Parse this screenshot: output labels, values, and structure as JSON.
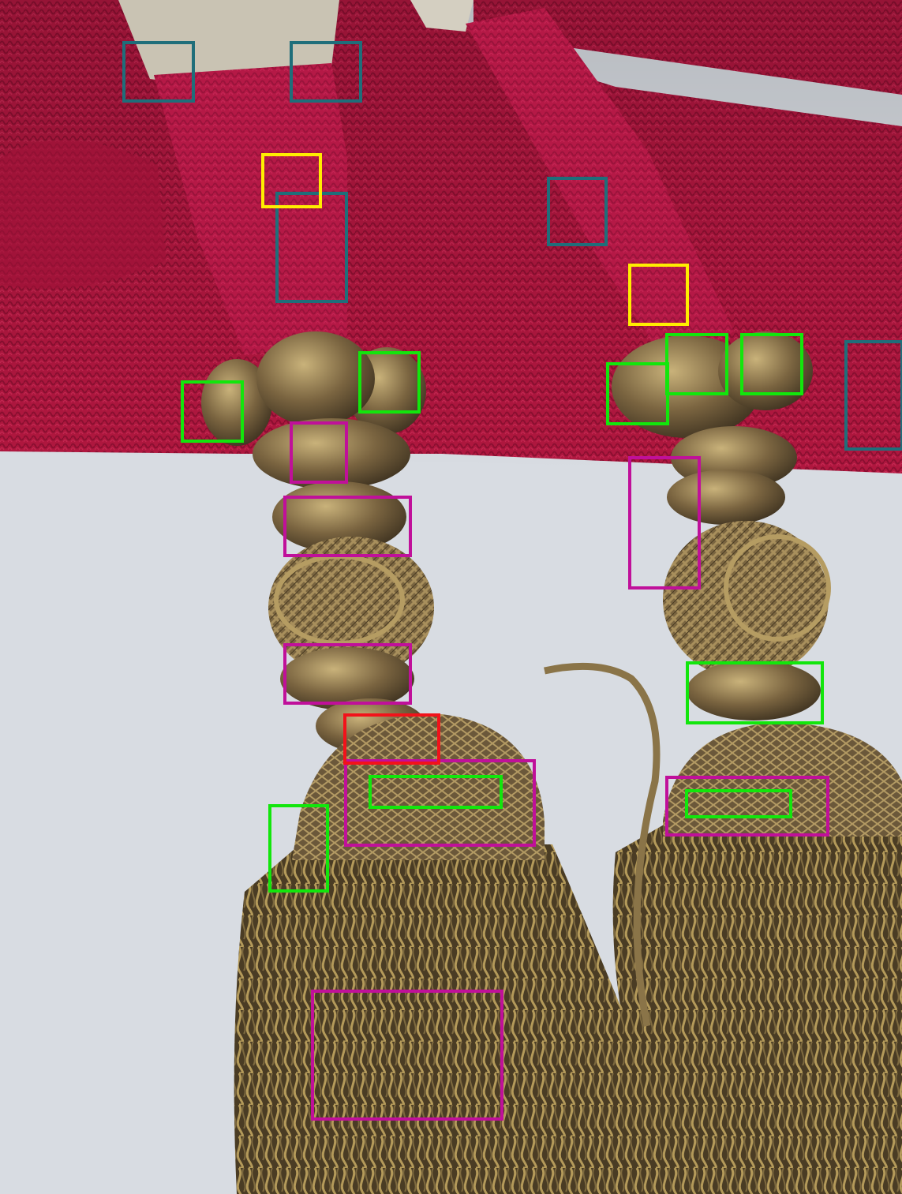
{
  "photo": {
    "subject": "textile-tassels",
    "colors": {
      "background": "#d8dce2",
      "knit_red": "#b0173f",
      "knit_red_dark": "#8c0f31",
      "knit_red_light": "#c92a55",
      "metal_dark": "#5a4a2e",
      "metal_mid": "#8a7448",
      "metal_light": "#b59c62",
      "silver": "#c9c3b3"
    }
  },
  "annotations": {
    "categories": [
      {
        "key": "teal",
        "color": "#1f6e7a"
      },
      {
        "key": "yellow",
        "color": "#ffee00"
      },
      {
        "key": "green",
        "color": "#12e60c"
      },
      {
        "key": "magenta",
        "color": "#c0109a"
      },
      {
        "key": "red",
        "color": "#f2121a"
      }
    ]
  }
}
